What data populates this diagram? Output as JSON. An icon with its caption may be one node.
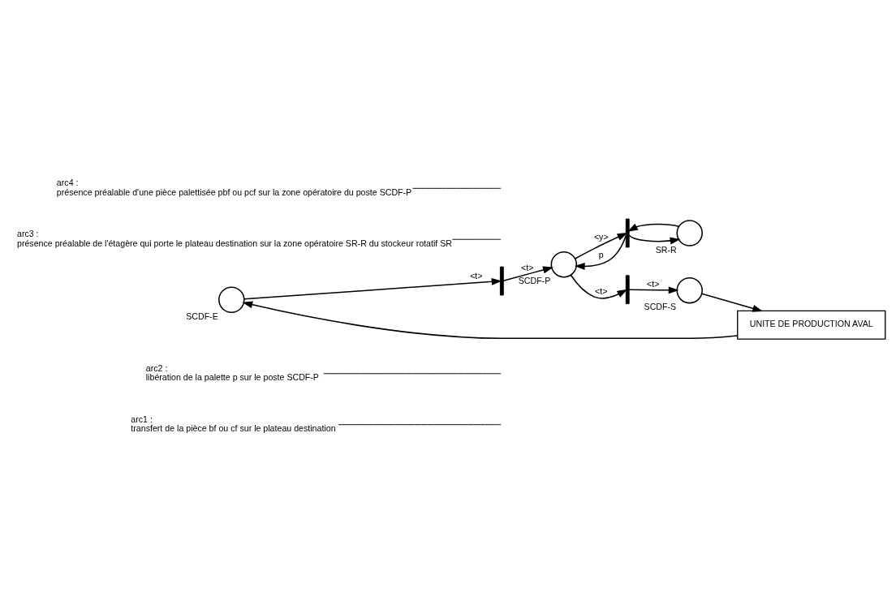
{
  "diagram": {
    "nodes": [
      {
        "text": [
          "arc1 :",
          "transfert de la pièce bf ou cf sur le plateau destination"
        ]
      },
      {
        "text": [
          "arc2 :",
          "libération de la palette p sur le poste SCDF-P"
        ]
      },
      {
        "text": [],
        "shape": "circle",
        "beside": [
          "SCDF-E"
        ]
      },
      {
        "text": [],
        "shape": "bar"
      },
      {
        "text": [],
        "shape": "bar"
      },
      {
        "text": [],
        "shape": "circle",
        "beside": [
          "SR-R"
        ]
      },
      {
        "text": [],
        "shape": "circle",
        "beside": [
          "SCDF-P"
        ]
      },
      {
        "text": [
          "UNITE DE PRODUCTION AVAL"
        ]
      },
      {
        "text": [],
        "shape": "bar"
      },
      {
        "text": [],
        "shape": "circle",
        "beside": [
          "SCDF-S"
        ]
      },
      {
        "text": [
          "arc3 :",
          "présence préalable de l'étagère qui porte le plateau destination sur la zone opératoire SR-R du stockeur rotatif SR"
        ]
      },
      {
        "text": [
          "arc4 :",
          "présence préalable d'une pièce palettisée pbf ou pcf sur la zone opératoire du poste SCDF-P"
        ]
      }
    ],
    "edges": [
      {
        "from": 3,
        "to": 5,
        "arrow": "to"
      },
      {
        "from": 5,
        "to": 3,
        "arrow": "to"
      },
      {
        "from": 6,
        "to": 3,
        "arrow": "to",
        "label": "<y>"
      },
      {
        "from": 3,
        "to": 6,
        "arrow": "to",
        "label": "p"
      },
      {
        "from": 2,
        "to": 4,
        "arrow": "to",
        "label": "<t>"
      },
      {
        "from": 4,
        "to": 6,
        "arrow": "to",
        "label": "<t>"
      },
      {
        "from": 6,
        "to": 8,
        "arrow": "to",
        "label": "<t>"
      },
      {
        "from": 8,
        "to": 9,
        "arrow": "to",
        "label": "<t>"
      },
      {
        "from": 9,
        "to": 7,
        "arrow": "to"
      },
      {
        "from": 7,
        "to": 2,
        "arrow": "to"
      },
      {
        "from": 0,
        "to": null,
        "arrow": "none"
      },
      {
        "from": 1,
        "to": null,
        "arrow": "none"
      },
      {
        "from": 10,
        "to": null,
        "arrow": "none"
      },
      {
        "from": 11,
        "to": null,
        "arrow": "none"
      }
    ]
  }
}
